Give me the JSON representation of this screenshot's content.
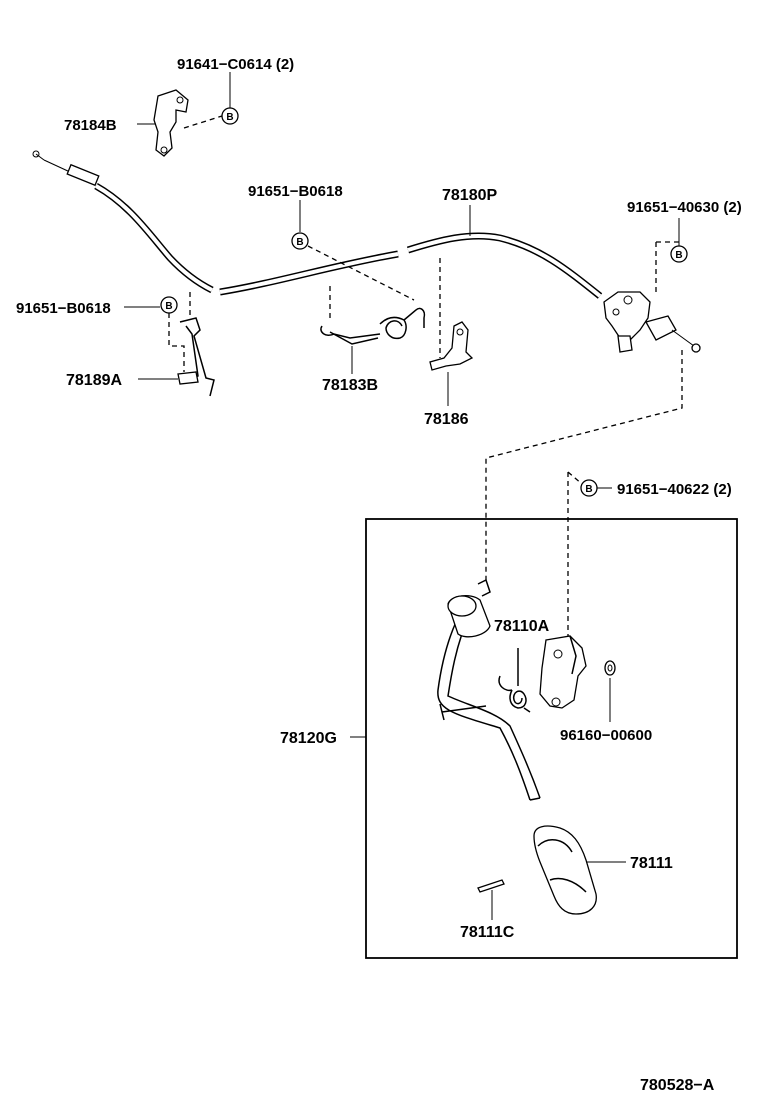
{
  "labels": {
    "p91641": "91641−C0614 (2)",
    "p78184B": "78184B",
    "p91651_b0618_top": "91651−B0618",
    "p78180P": "78180P",
    "p91651_40630": "91651−40630 (2)",
    "p91651_b0618_left": "91651−B0618",
    "p78189A": "78189A",
    "p78183B": "78183B",
    "p78186": "78186",
    "p91651_40622": "91651−40622 (2)",
    "p78110A": "78110A",
    "p78120G": "78120G",
    "p96160": "96160−00600",
    "p78111": "78111",
    "p78111C": "78111C",
    "figure_id": "780528−A"
  },
  "bolt_symbol": "B"
}
